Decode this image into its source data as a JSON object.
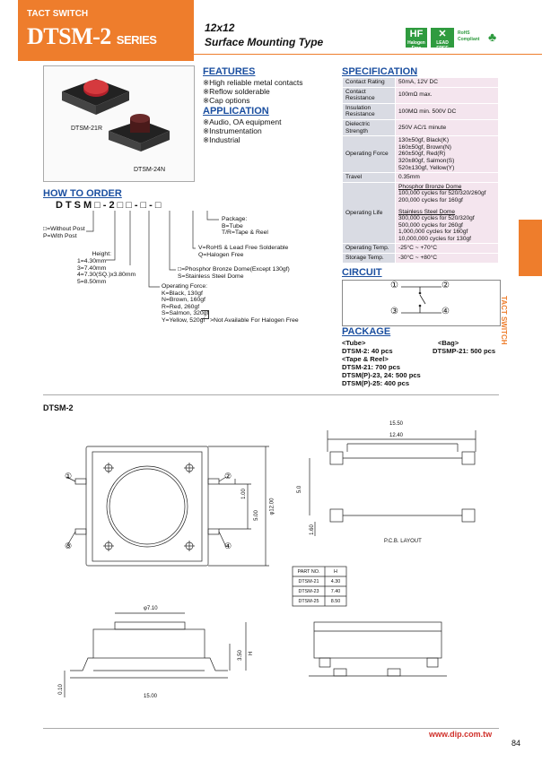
{
  "header": {
    "category": "TACT SWITCH",
    "model": "DTSM-2",
    "series": "SERIES",
    "size": "12x12",
    "type": "Surface Mounting Type",
    "badges": [
      "Halogen Free",
      "LEAD FREE",
      "RoHS Compliant"
    ]
  },
  "photo": {
    "label_a": "DTSM-21R",
    "label_b": "DTSM-24N"
  },
  "features": {
    "title": "FEATURES",
    "items": [
      "※High reliable metal contacts",
      "※Reflow solderable",
      "※Cap options"
    ]
  },
  "application": {
    "title": "APPLICATION",
    "items": [
      "※Audio, OA equipment",
      "※Instrumentation",
      "※Industrial"
    ]
  },
  "specification": {
    "title": "SPECIFICATION",
    "rows": [
      {
        "key": "Contact Rating",
        "value": [
          "50mA, 12V DC"
        ]
      },
      {
        "key": "Contact Resistance",
        "value": [
          "100mΩ max."
        ]
      },
      {
        "key": "Insulation Resistance",
        "value": [
          "100MΩ min. 500V DC"
        ]
      },
      {
        "key": "Dielectric Strength",
        "value": [
          "250V AC/1 minute"
        ]
      },
      {
        "key": "Operating Force",
        "value": [
          "130±50gf, Black(K)",
          "160±50gf, Brown(N)",
          "260±50gf, Red(R)",
          "320±80gf, Salmon(S)",
          "520±130gf, Yellow(Y)"
        ]
      },
      {
        "key": "Travel",
        "value": [
          "0.35mm"
        ]
      },
      {
        "key": "Operating Life",
        "value": [
          "Phosphor Bronze Dome",
          "100,000 cycles for 520/320/260gf",
          "200,000 cycles for 160gf",
          "",
          "Stainless Steel Dome",
          "300,000 cycles for 520/320gf",
          "500,000 cycles for 260gf",
          "1,000,000 cycles for 160gf",
          "10,000,000 cycles for 130gf"
        ]
      },
      {
        "key": "Operating Temp.",
        "value": [
          "-25°C ~ +70°C"
        ]
      },
      {
        "key": "Storage Temp.",
        "value": [
          "-30°C ~ +80°C"
        ]
      }
    ]
  },
  "how_to_order": {
    "title": "HOW TO ORDER",
    "code": "DTSM□-2□□-□-□",
    "option_prefix": [
      "□=Without Post",
      "P=With Post"
    ],
    "height": [
      "Height:",
      "1=4.30mm",
      "3=7.40mm",
      "4=7.30(SQ.)x3.80mm",
      "5=8.50mm"
    ],
    "package": [
      "Package:",
      "B=Tube",
      "T/R=Tape & Reel"
    ],
    "rohs": [
      "V=RoHS & Lead Free Solderable",
      "Q=Halogen Free"
    ],
    "dome": [
      "□=Phosphor Bronze Dome(Except 130gf)",
      "S=Stainless Steel Dome"
    ],
    "force": [
      "Operating Force:",
      "K=Black, 130gf",
      "N=Brown, 160gf",
      "R=Red, 260gf",
      "S=Salmon, 320gf",
      "Y=Yellow, 520gf"
    ],
    "force_note": ">Not Available For Halogen Free"
  },
  "circuit": {
    "title": "CIRCUIT",
    "pins": [
      "①",
      "②",
      "③",
      "④"
    ]
  },
  "package": {
    "title": "PACKAGE",
    "tube_title": "<Tube>",
    "tube_items": [
      "DTSM-2: 40 pcs"
    ],
    "bag_title": "<Bag>",
    "bag_items": [
      "DTSMP-21: 500 pcs"
    ],
    "reel_title": "<Tape & Reel>",
    "reel_items": [
      "DTSM-21: 700 pcs",
      "DTSM(P)-23, 24: 500 pcs",
      "DTSM(P)-25: 400 pcs"
    ]
  },
  "drawing": {
    "title": "DTSM-2",
    "dims": {
      "d1": "1.00",
      "d2": "5.00",
      "d3": "φ12.00",
      "d4": "15.50",
      "d5": "12.40",
      "d6": "5.0",
      "d7": "1.60",
      "d8": "φ7.10",
      "d9": "3.50",
      "d10": "H",
      "d11": "0.10",
      "d12": "15.00"
    },
    "pcb_label": "P.C.B. LAYOUT",
    "table_headers": [
      "PART NO.",
      "H"
    ],
    "table_rows": [
      [
        "DTSM-21",
        "4.30"
      ],
      [
        "DTSM-23",
        "7.40"
      ],
      [
        "DTSM-25",
        "8.50"
      ]
    ]
  },
  "side_tab": "TACT SWITCH",
  "footer": {
    "url": "www.dip.com.tw",
    "page": "84"
  }
}
